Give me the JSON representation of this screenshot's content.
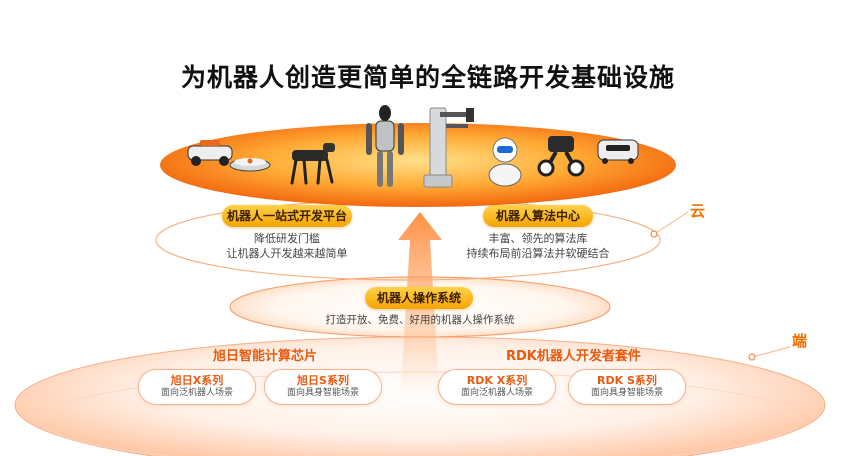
{
  "title": "为机器人创造更简单的全链路开发基础设施",
  "cloud": {
    "label": "云",
    "platform": {
      "label": "机器人一站式开发平台",
      "lines": [
        "降低研发门槛",
        "让机器人开发越来越简单"
      ]
    },
    "algo": {
      "label": "机器人算法中心",
      "lines": [
        "丰富、领先的算法库",
        "持续布局前沿算法并软硬结合"
      ]
    }
  },
  "os": {
    "label": "机器人操作系统",
    "desc": "打造开放、免费、好用的机器人操作系统"
  },
  "edge": {
    "label": "端",
    "chips": {
      "title": "旭日智能计算芯片",
      "cards": [
        {
          "name": "旭日X系列",
          "desc": "面向泛机器人场景"
        },
        {
          "name": "旭日S系列",
          "desc": "面向具身智能场景"
        }
      ]
    },
    "rdk": {
      "title": "RDK机器人开发者套件",
      "cards": [
        {
          "name": "RDK X系列",
          "desc": "面向泛机器人场景"
        },
        {
          "name": "RDK S系列",
          "desc": "面向具身智能场景"
        }
      ]
    }
  },
  "robots": [
    "lawn-mower-robot",
    "robot-vacuum",
    "quadruped-robot-dog",
    "humanoid-robot",
    "robot-arm-tower",
    "companion-robot",
    "wheeled-legged-robot",
    "delivery-robot"
  ],
  "colors": {
    "accent": "#f06a00",
    "pill": "#ffbe1a"
  }
}
